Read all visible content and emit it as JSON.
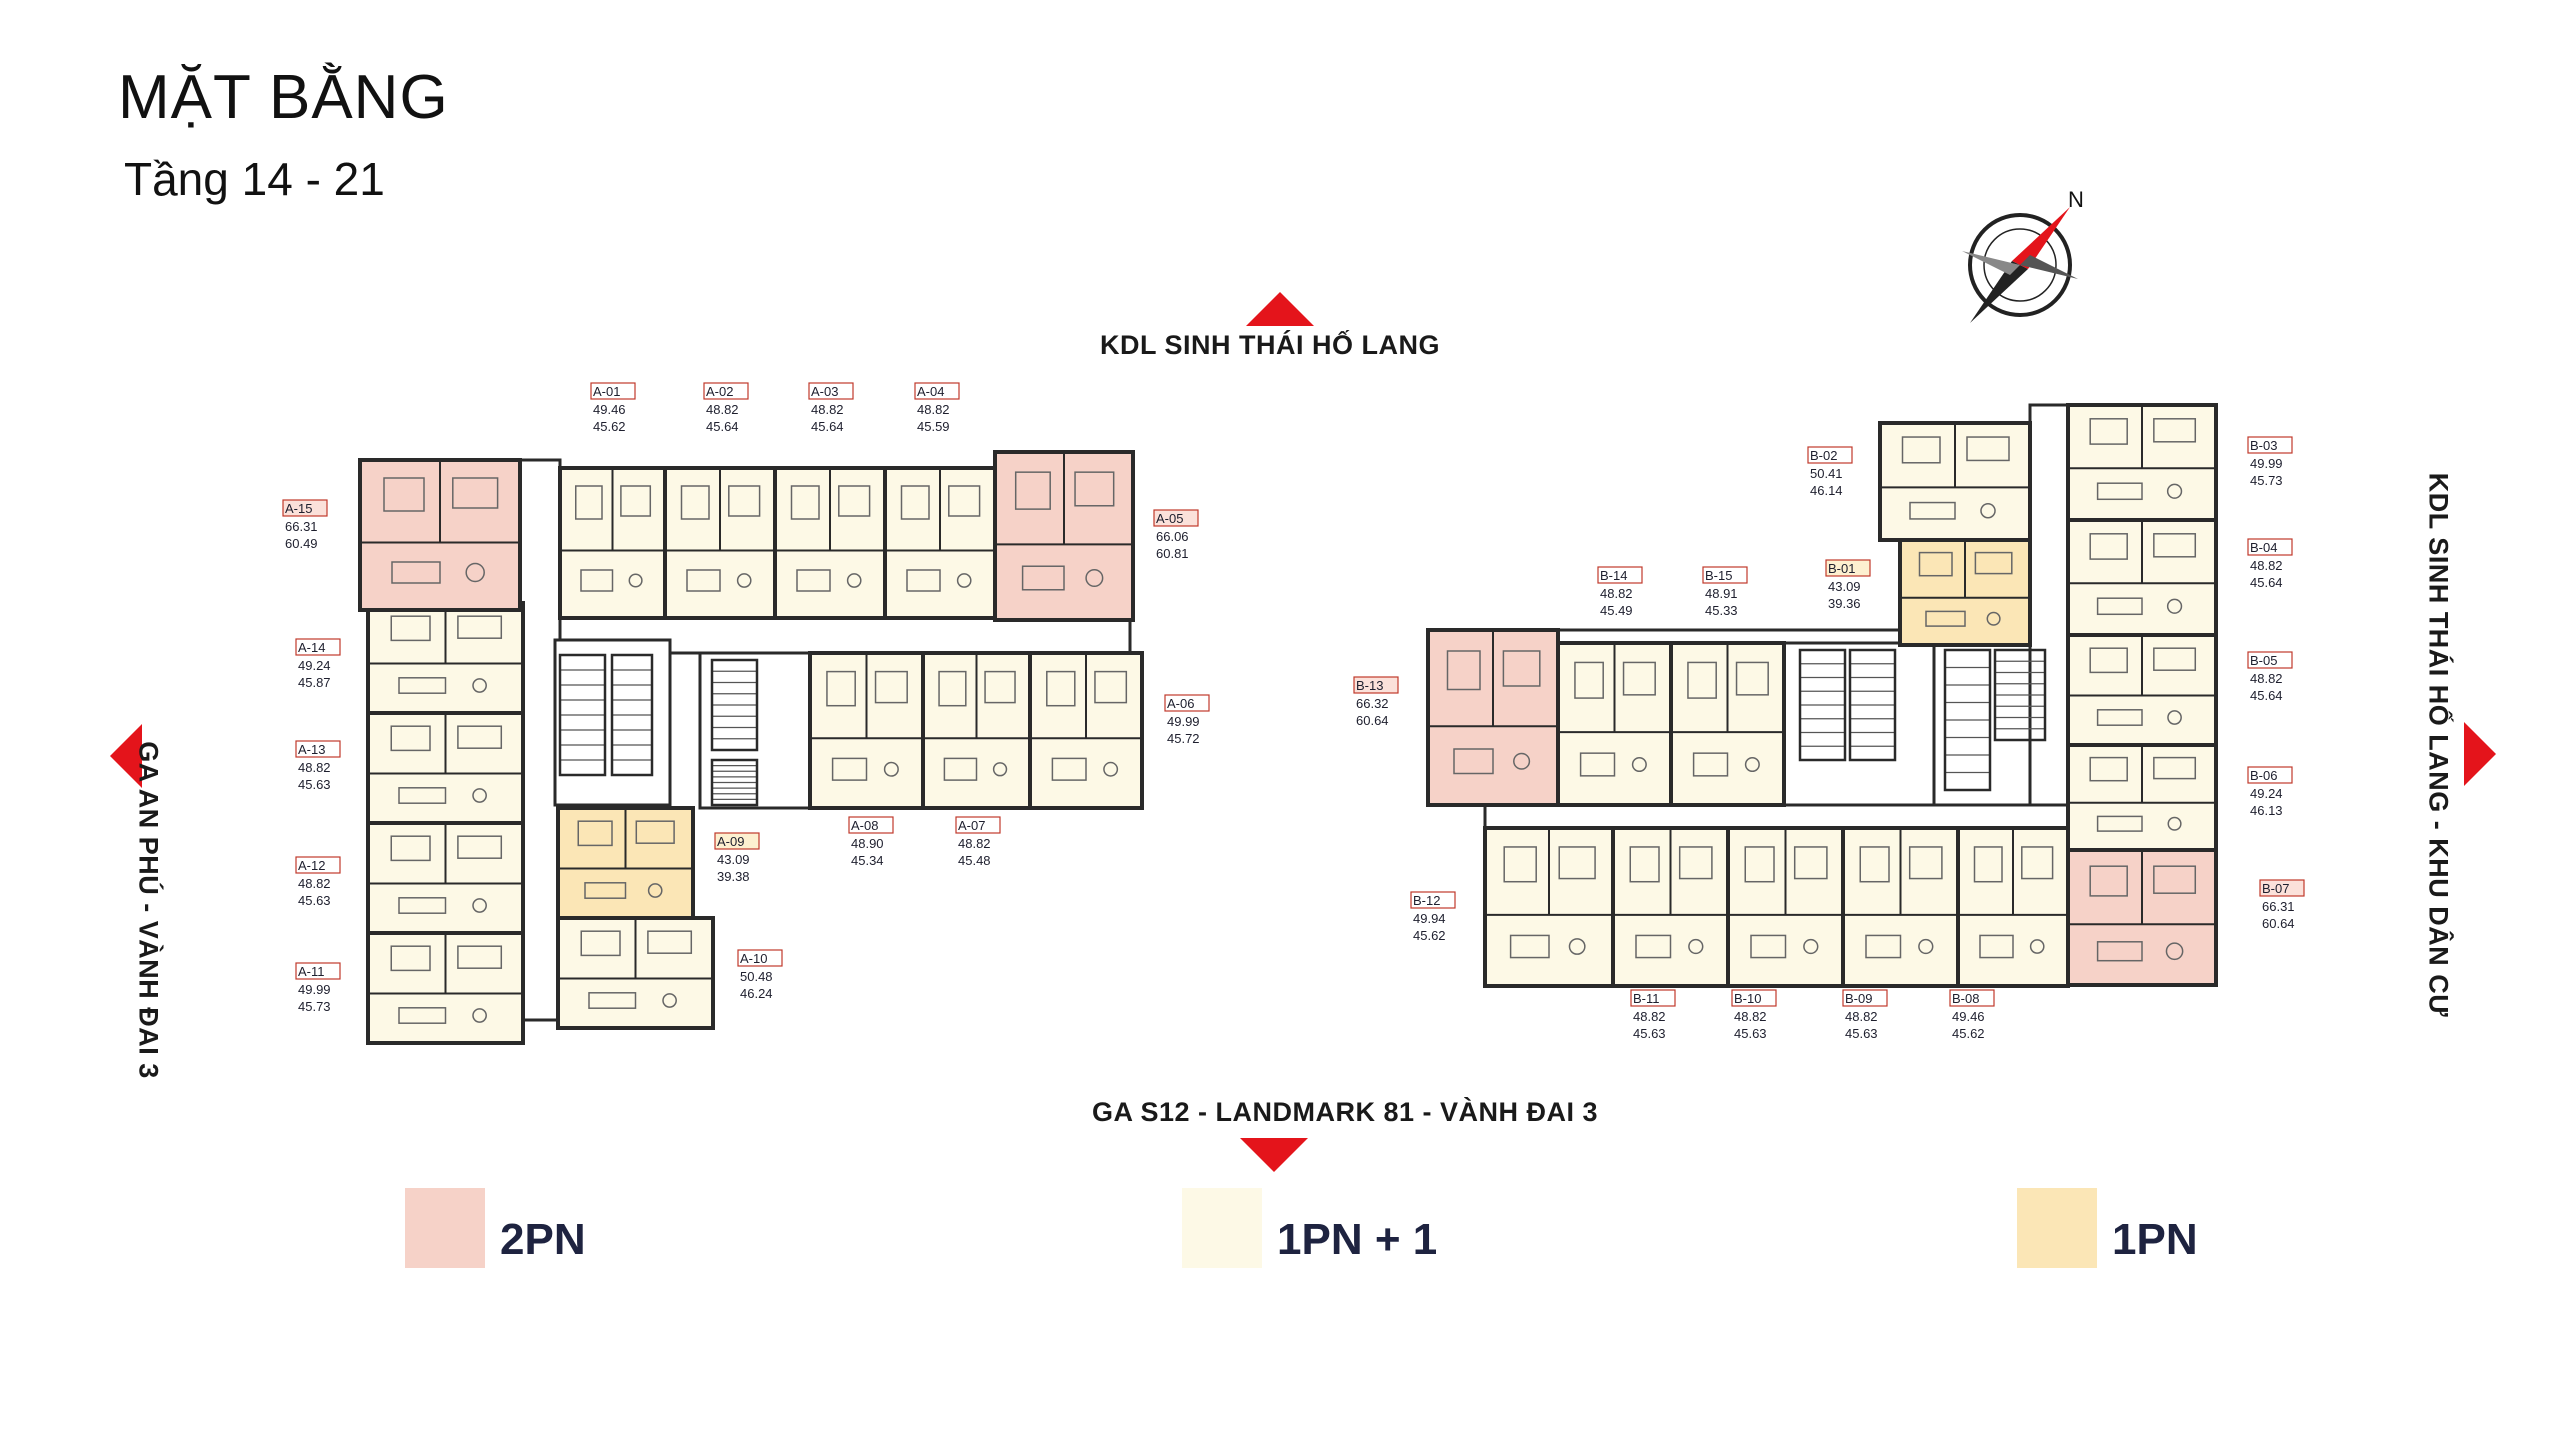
{
  "header": {
    "title": "MẶT BẰNG",
    "subtitle": "Tầng 14 - 21"
  },
  "directions": {
    "north": "KDL SINH THÁI HỐ LANG",
    "south": "GA S12 - LANDMARK 81 - VÀNH ĐAI 3",
    "west": "GA AN PHÚ - VÀNH ĐAI 3",
    "east": "KDL SINH THÁI HỐ LANG - KHU DÂN CƯ"
  },
  "colors": {
    "type_2pn": "#f6d2c8",
    "type_1pn_plus": "#fdf9e6",
    "type_1pn": "#fbe6b6",
    "wall": "#2a2a2a",
    "label_border": "#d62020",
    "arrow": "#e4141b"
  },
  "compass": {
    "icon": "compass-icon",
    "letter": "N"
  },
  "units": [
    {
      "code": "A-01",
      "area1": "49.46",
      "area2": "45.62",
      "type": "1pn_plus"
    },
    {
      "code": "A-02",
      "area1": "48.82",
      "area2": "45.64",
      "type": "1pn_plus"
    },
    {
      "code": "A-03",
      "area1": "48.82",
      "area2": "45.64",
      "type": "1pn_plus"
    },
    {
      "code": "A-04",
      "area1": "48.82",
      "area2": "45.59",
      "type": "1pn_plus"
    },
    {
      "code": "A-05",
      "area1": "66.06",
      "area2": "60.81",
      "type": "2pn"
    },
    {
      "code": "A-06",
      "area1": "49.99",
      "area2": "45.72",
      "type": "1pn_plus"
    },
    {
      "code": "A-07",
      "area1": "48.82",
      "area2": "45.48",
      "type": "1pn_plus"
    },
    {
      "code": "A-08",
      "area1": "48.90",
      "area2": "45.34",
      "type": "1pn_plus"
    },
    {
      "code": "A-09",
      "area1": "43.09",
      "area2": "39.38",
      "type": "1pn"
    },
    {
      "code": "A-10",
      "area1": "50.48",
      "area2": "46.24",
      "type": "1pn_plus"
    },
    {
      "code": "A-11",
      "area1": "49.99",
      "area2": "45.73",
      "type": "1pn_plus"
    },
    {
      "code": "A-12",
      "area1": "48.82",
      "area2": "45.63",
      "type": "1pn_plus"
    },
    {
      "code": "A-13",
      "area1": "48.82",
      "area2": "45.63",
      "type": "1pn_plus"
    },
    {
      "code": "A-14",
      "area1": "49.24",
      "area2": "45.87",
      "type": "1pn_plus"
    },
    {
      "code": "A-15",
      "area1": "66.31",
      "area2": "60.49",
      "type": "2pn"
    },
    {
      "code": "B-01",
      "area1": "43.09",
      "area2": "39.36",
      "type": "1pn"
    },
    {
      "code": "B-02",
      "area1": "50.41",
      "area2": "46.14",
      "type": "1pn_plus"
    },
    {
      "code": "B-03",
      "area1": "49.99",
      "area2": "45.73",
      "type": "1pn_plus"
    },
    {
      "code": "B-04",
      "area1": "48.82",
      "area2": "45.64",
      "type": "1pn_plus"
    },
    {
      "code": "B-05",
      "area1": "48.82",
      "area2": "45.64",
      "type": "1pn_plus"
    },
    {
      "code": "B-06",
      "area1": "49.24",
      "area2": "46.13",
      "type": "1pn_plus"
    },
    {
      "code": "B-07",
      "area1": "66.31",
      "area2": "60.64",
      "type": "2pn"
    },
    {
      "code": "B-08",
      "area1": "49.46",
      "area2": "45.62",
      "type": "1pn_plus"
    },
    {
      "code": "B-09",
      "area1": "48.82",
      "area2": "45.63",
      "type": "1pn_plus"
    },
    {
      "code": "B-10",
      "area1": "48.82",
      "area2": "45.63",
      "type": "1pn_plus"
    },
    {
      "code": "B-11",
      "area1": "48.82",
      "area2": "45.63",
      "type": "1pn_plus"
    },
    {
      "code": "B-12",
      "area1": "49.94",
      "area2": "45.62",
      "type": "1pn_plus"
    },
    {
      "code": "B-13",
      "area1": "66.32",
      "area2": "60.64",
      "type": "2pn"
    },
    {
      "code": "B-14",
      "area1": "48.82",
      "area2": "45.49",
      "type": "1pn_plus"
    },
    {
      "code": "B-15",
      "area1": "48.91",
      "area2": "45.33",
      "type": "1pn_plus"
    }
  ],
  "legend": [
    {
      "label": "2PN",
      "type": "2pn"
    },
    {
      "label": "1PN + 1",
      "type": "1pn_plus"
    },
    {
      "label": "1PN",
      "type": "1pn"
    }
  ]
}
